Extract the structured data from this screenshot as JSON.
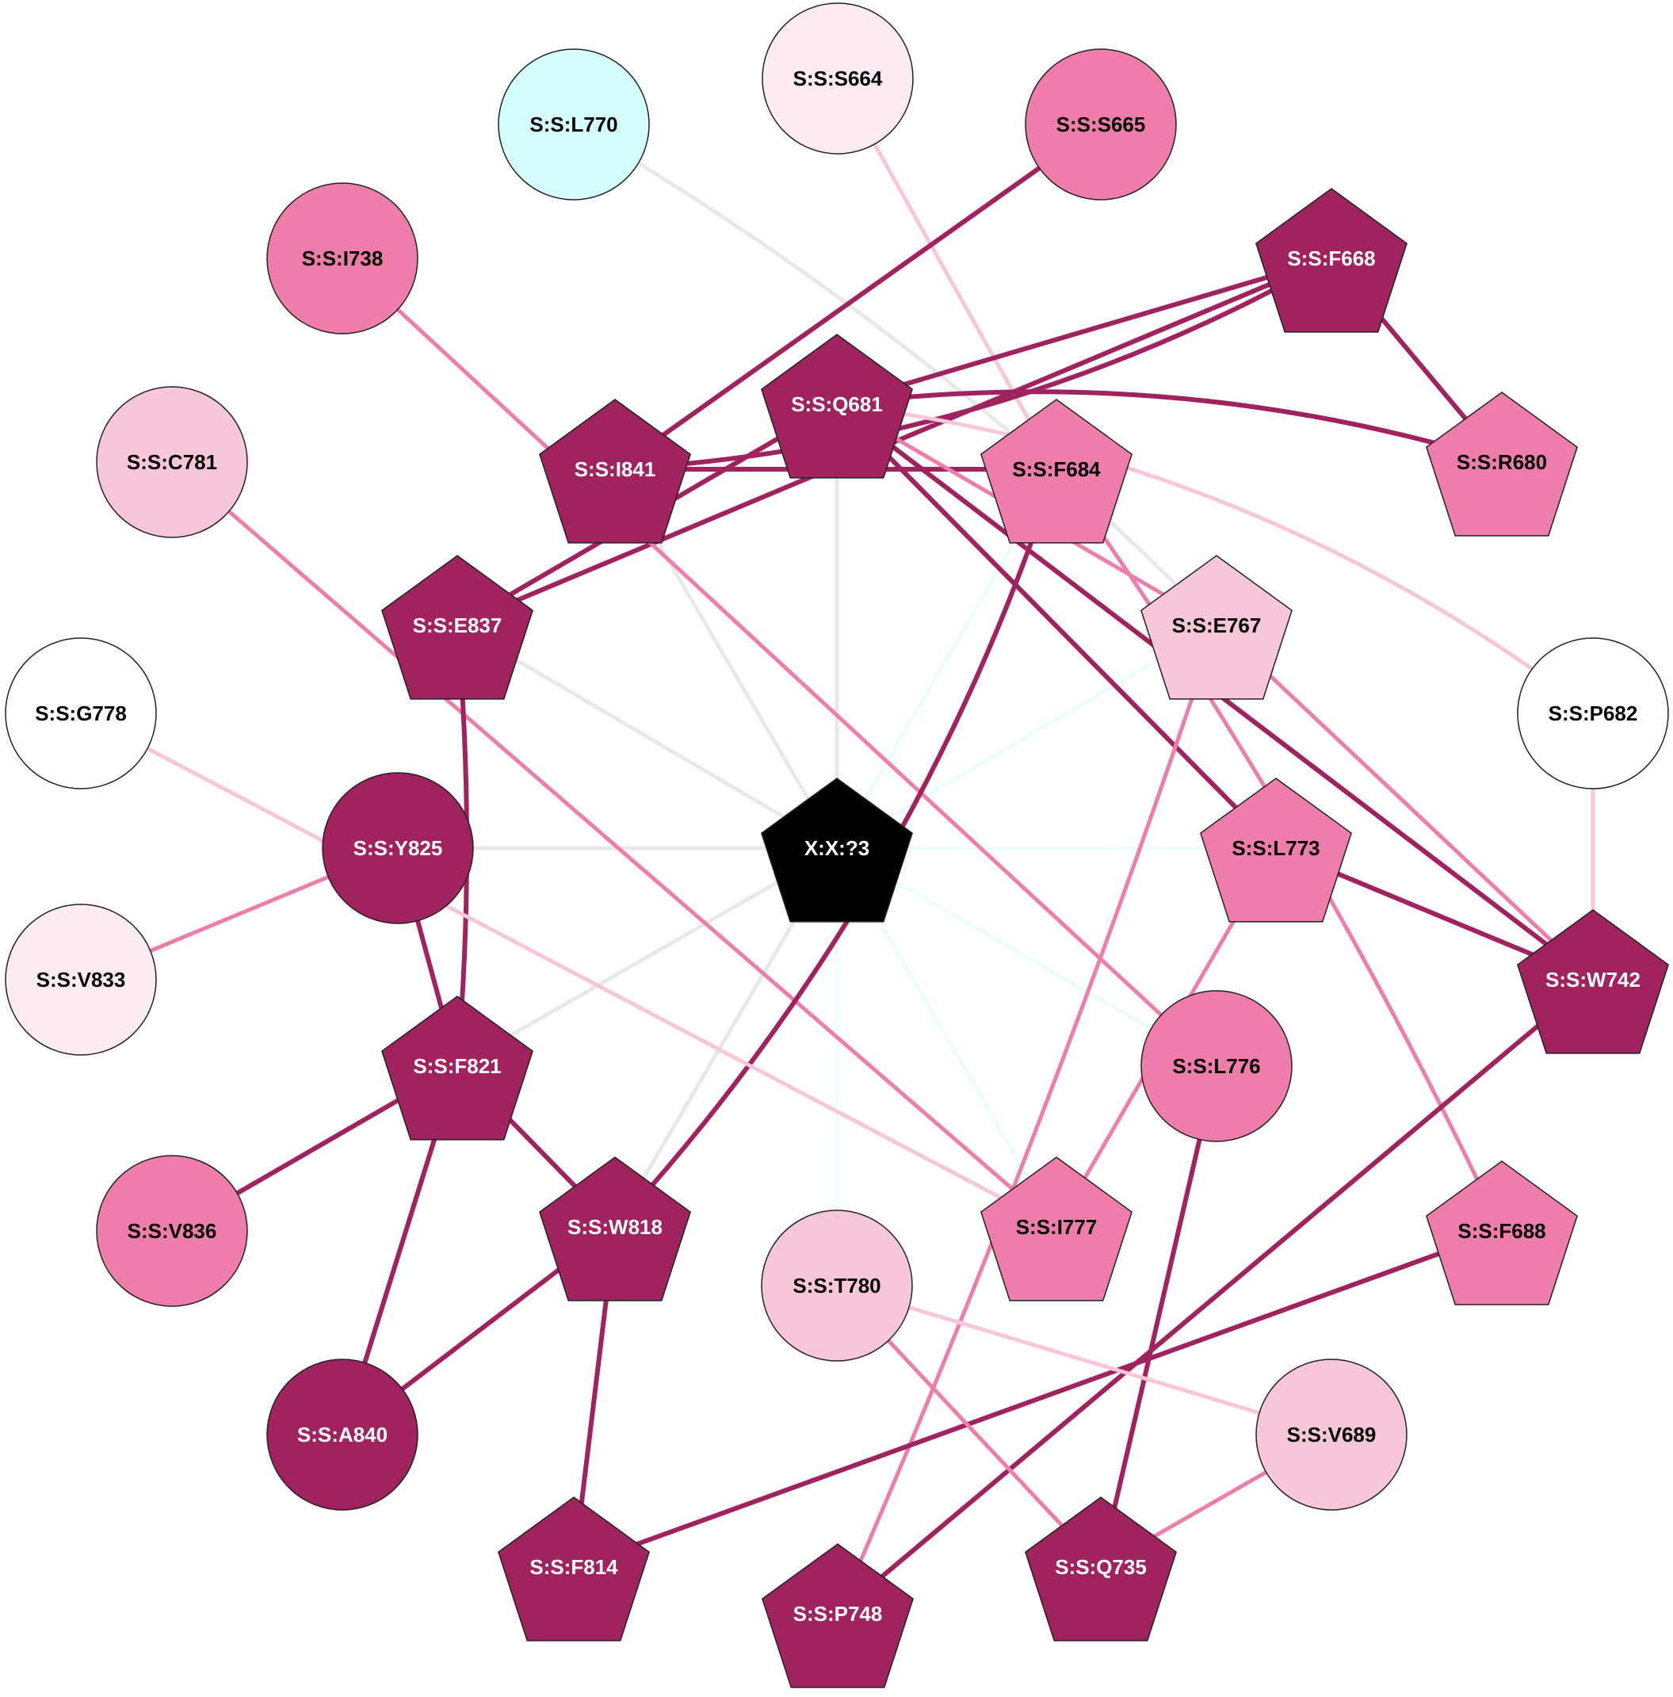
{
  "palette": {
    "dark": "#A0225E",
    "mid": "#EE7DAB",
    "light": "#F8C6DA",
    "pale": "#FCEBF2",
    "white": "#FFFFFF",
    "cyan": "#D4FEFE",
    "black": "#000000",
    "gray_edge": "#E8E8E8",
    "cyan_edge": "#E4FEFE"
  },
  "nodes": [
    {
      "id": "X:X:?3",
      "label": "X:X:?3",
      "shape": "pentagon",
      "color": "black"
    },
    {
      "id": "S:S:Q681",
      "label": "S:S:Q681",
      "shape": "pentagon",
      "color": "dark"
    },
    {
      "id": "S:S:S664",
      "label": "S:S:S664",
      "shape": "circle",
      "color": "pale"
    },
    {
      "id": "S:S:L770",
      "label": "S:S:L770",
      "shape": "circle",
      "color": "cyan"
    },
    {
      "id": "S:S:S665",
      "label": "S:S:S665",
      "shape": "circle",
      "color": "mid"
    },
    {
      "id": "S:S:I738",
      "label": "S:S:I738",
      "shape": "circle",
      "color": "mid"
    },
    {
      "id": "S:S:F668",
      "label": "S:S:F668",
      "shape": "pentagon",
      "color": "dark"
    },
    {
      "id": "S:S:I841",
      "label": "S:S:I841",
      "shape": "pentagon",
      "color": "dark"
    },
    {
      "id": "S:S:F684",
      "label": "S:S:F684",
      "shape": "pentagon",
      "color": "mid"
    },
    {
      "id": "S:S:C781",
      "label": "S:S:C781",
      "shape": "circle",
      "color": "light"
    },
    {
      "id": "S:S:R680",
      "label": "S:S:R680",
      "shape": "pentagon",
      "color": "mid"
    },
    {
      "id": "S:S:E837",
      "label": "S:S:E837",
      "shape": "pentagon",
      "color": "dark"
    },
    {
      "id": "S:S:E767",
      "label": "S:S:E767",
      "shape": "pentagon",
      "color": "light"
    },
    {
      "id": "S:S:G778",
      "label": "S:S:G778",
      "shape": "circle",
      "color": "white"
    },
    {
      "id": "S:S:P682",
      "label": "S:S:P682",
      "shape": "circle",
      "color": "white"
    },
    {
      "id": "S:S:Y825",
      "label": "S:S:Y825",
      "shape": "circle",
      "color": "dark"
    },
    {
      "id": "S:S:L773",
      "label": "S:S:L773",
      "shape": "pentagon",
      "color": "mid"
    },
    {
      "id": "S:S:V833",
      "label": "S:S:V833",
      "shape": "circle",
      "color": "pale"
    },
    {
      "id": "S:S:W742",
      "label": "S:S:W742",
      "shape": "pentagon",
      "color": "dark"
    },
    {
      "id": "S:S:F821",
      "label": "S:S:F821",
      "shape": "pentagon",
      "color": "dark"
    },
    {
      "id": "S:S:L776",
      "label": "S:S:L776",
      "shape": "circle",
      "color": "mid"
    },
    {
      "id": "S:S:V836",
      "label": "S:S:V836",
      "shape": "circle",
      "color": "mid"
    },
    {
      "id": "S:S:W818",
      "label": "S:S:W818",
      "shape": "pentagon",
      "color": "dark"
    },
    {
      "id": "S:S:I777",
      "label": "S:S:I777",
      "shape": "pentagon",
      "color": "mid"
    },
    {
      "id": "S:S:F688",
      "label": "S:S:F688",
      "shape": "pentagon",
      "color": "mid"
    },
    {
      "id": "S:S:T780",
      "label": "S:S:T780",
      "shape": "circle",
      "color": "light"
    },
    {
      "id": "S:S:A840",
      "label": "S:S:A840",
      "shape": "circle",
      "color": "dark"
    },
    {
      "id": "S:S:V689",
      "label": "S:S:V689",
      "shape": "circle",
      "color": "light"
    },
    {
      "id": "S:S:F814",
      "label": "S:S:F814",
      "shape": "pentagon",
      "color": "dark"
    },
    {
      "id": "S:S:Q735",
      "label": "S:S:Q735",
      "shape": "pentagon",
      "color": "dark"
    },
    {
      "id": "S:S:P748",
      "label": "S:S:P748",
      "shape": "pentagon",
      "color": "dark"
    }
  ],
  "edges": [
    {
      "from": "X:X:?3",
      "to": "S:S:Q681",
      "color": "gray_edge"
    },
    {
      "from": "X:X:?3",
      "to": "S:S:I841",
      "color": "gray_edge"
    },
    {
      "from": "X:X:?3",
      "to": "S:S:E837",
      "color": "gray_edge"
    },
    {
      "from": "X:X:?3",
      "to": "S:S:Y825",
      "color": "gray_edge"
    },
    {
      "from": "X:X:?3",
      "to": "S:S:F821",
      "color": "gray_edge"
    },
    {
      "from": "X:X:?3",
      "to": "S:S:W818",
      "color": "gray_edge"
    },
    {
      "from": "X:X:?3",
      "to": "S:S:F684",
      "color": "cyan_edge"
    },
    {
      "from": "X:X:?3",
      "to": "S:S:E767",
      "color": "cyan_edge"
    },
    {
      "from": "X:X:?3",
      "to": "S:S:L773",
      "color": "cyan_edge"
    },
    {
      "from": "X:X:?3",
      "to": "S:S:L776",
      "color": "cyan_edge"
    },
    {
      "from": "X:X:?3",
      "to": "S:S:I777",
      "color": "cyan_edge"
    },
    {
      "from": "X:X:?3",
      "to": "S:S:T780",
      "color": "cyan_edge"
    },
    {
      "from": "S:S:L770",
      "to": "S:S:E767",
      "color": "gray_edge"
    },
    {
      "from": "S:S:S664",
      "to": "S:S:F684",
      "color": "light"
    },
    {
      "from": "S:S:S665",
      "to": "S:S:I841",
      "color": "dark"
    },
    {
      "from": "S:S:F668",
      "to": "S:S:I841",
      "color": "dark"
    },
    {
      "from": "S:S:F668",
      "to": "S:S:Q681",
      "color": "dark"
    },
    {
      "from": "S:S:F668",
      "to": "S:S:E837",
      "color": "dark"
    },
    {
      "from": "S:S:F668",
      "to": "S:S:R680",
      "color": "dark"
    },
    {
      "from": "S:S:Q681",
      "to": "S:S:R680",
      "color": "dark"
    },
    {
      "from": "S:S:I841",
      "to": "S:S:F684",
      "color": "dark"
    },
    {
      "from": "S:S:Q681",
      "to": "S:S:E837",
      "color": "dark"
    },
    {
      "from": "S:S:Q681",
      "to": "S:S:E767",
      "color": "mid"
    },
    {
      "from": "S:S:Q681",
      "to": "S:S:L773",
      "color": "dark"
    },
    {
      "from": "S:S:Q681",
      "to": "S:S:W742",
      "color": "dark"
    },
    {
      "from": "S:S:Q681",
      "to": "S:S:P682",
      "color": "light"
    },
    {
      "from": "S:S:I738",
      "to": "S:S:L776",
      "color": "mid"
    },
    {
      "from": "S:S:C781",
      "to": "S:S:I777",
      "color": "mid"
    },
    {
      "from": "S:S:F684",
      "to": "S:S:W818",
      "color": "dark"
    },
    {
      "from": "S:S:F684",
      "to": "S:S:F688",
      "color": "mid"
    },
    {
      "from": "S:S:E767",
      "to": "S:S:W742",
      "color": "mid"
    },
    {
      "from": "S:S:E767",
      "to": "S:S:P748",
      "color": "mid"
    },
    {
      "from": "S:S:E837",
      "to": "S:S:F821",
      "color": "dark"
    },
    {
      "from": "S:S:G778",
      "to": "S:S:I777",
      "color": "light"
    },
    {
      "from": "S:S:P682",
      "to": "S:S:W742",
      "color": "light"
    },
    {
      "from": "S:S:Y825",
      "to": "S:S:V833",
      "color": "mid"
    },
    {
      "from": "S:S:Y825",
      "to": "S:S:F821",
      "color": "dark"
    },
    {
      "from": "S:S:L773",
      "to": "S:S:W742",
      "color": "dark"
    },
    {
      "from": "S:S:L773",
      "to": "S:S:I777",
      "color": "mid"
    },
    {
      "from": "S:S:W742",
      "to": "S:S:P748",
      "color": "dark"
    },
    {
      "from": "S:S:F821",
      "to": "S:S:V836",
      "color": "dark"
    },
    {
      "from": "S:S:F821",
      "to": "S:S:W818",
      "color": "dark"
    },
    {
      "from": "S:S:F821",
      "to": "S:S:A840",
      "color": "dark"
    },
    {
      "from": "S:S:L776",
      "to": "S:S:Q735",
      "color": "dark"
    },
    {
      "from": "S:S:W818",
      "to": "S:S:A840",
      "color": "dark"
    },
    {
      "from": "S:S:W818",
      "to": "S:S:F814",
      "color": "dark"
    },
    {
      "from": "S:S:F688",
      "to": "S:S:F814",
      "color": "dark"
    },
    {
      "from": "S:S:T780",
      "to": "S:S:V689",
      "color": "light"
    },
    {
      "from": "S:S:T780",
      "to": "S:S:Q735",
      "color": "mid"
    },
    {
      "from": "S:S:V689",
      "to": "S:S:Q735",
      "color": "mid"
    }
  ]
}
